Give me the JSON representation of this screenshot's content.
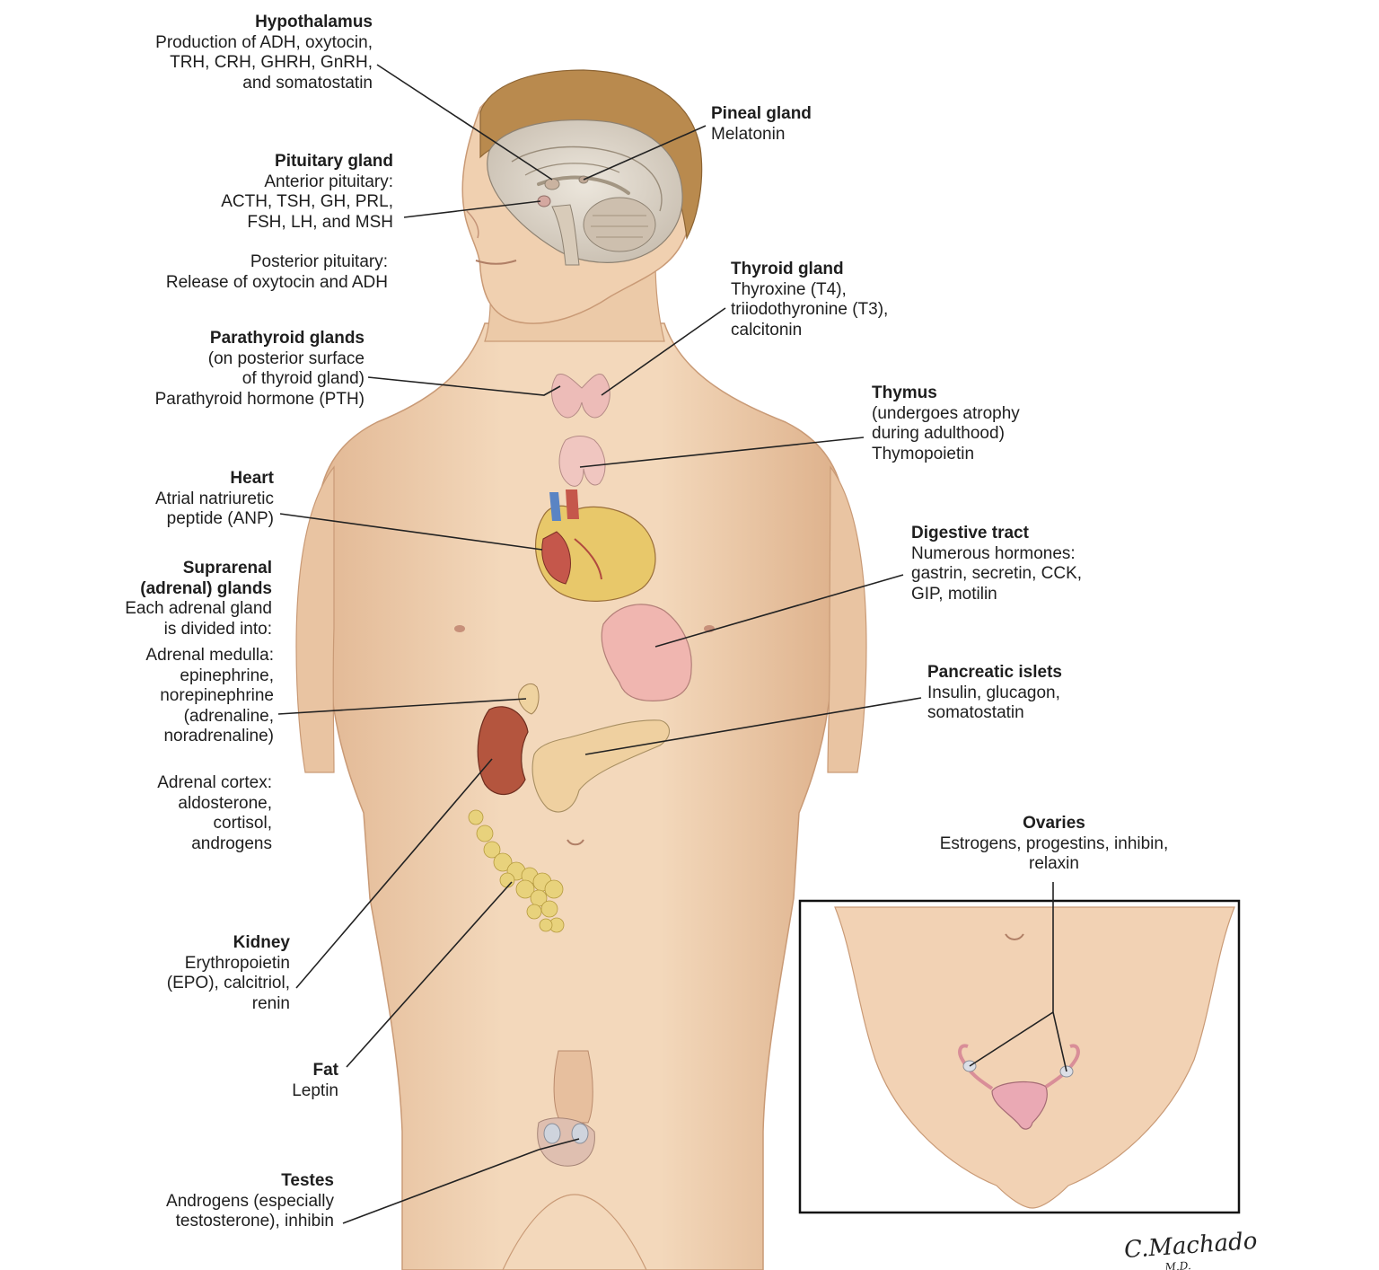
{
  "labels": {
    "hypothalamus": {
      "title": "Hypothalamus",
      "lines": [
        "Production of ADH, oxytocin,",
        "TRH, CRH, GHRH, GnRH,",
        "and somatostatin"
      ]
    },
    "pineal": {
      "title": "Pineal gland",
      "lines": [
        "Melatonin"
      ]
    },
    "pituitary": {
      "title": "Pituitary gland",
      "lines": [
        "Anterior pituitary:",
        "ACTH, TSH, GH, PRL,",
        "FSH, LH, and MSH"
      ],
      "posterior_lines": [
        "Posterior pituitary:",
        "Release of oxytocin and ADH"
      ]
    },
    "thyroid": {
      "title": "Thyroid gland",
      "lines": [
        "Thyroxine (T4),",
        "triiodothyronine (T3),",
        "calcitonin"
      ]
    },
    "parathyroid": {
      "title": "Parathyroid glands",
      "lines": [
        "(on posterior surface",
        "of thyroid gland)",
        "Parathyroid hormone (PTH)"
      ]
    },
    "thymus": {
      "title": "Thymus",
      "lines": [
        "(undergoes atrophy",
        "during adulthood)",
        "Thymopoietin"
      ]
    },
    "heart": {
      "title": "Heart",
      "lines": [
        "Atrial natriuretic",
        "peptide (ANP)"
      ]
    },
    "digestive": {
      "title": "Digestive tract",
      "lines": [
        "Numerous hormones:",
        "gastrin, secretin, CCK,",
        "GIP, motilin"
      ]
    },
    "adrenal": {
      "title_lines": [
        "Suprarenal",
        "(adrenal) glands"
      ],
      "lines": [
        "Each adrenal gland",
        "is divided into:"
      ],
      "medulla_lines": [
        "Adrenal medulla:",
        "epinephrine,",
        "norepinephrine",
        "(adrenaline,",
        "noradrenaline)"
      ],
      "cortex_lines": [
        "Adrenal cortex:",
        "aldosterone,",
        "cortisol,",
        "androgens"
      ]
    },
    "pancreas": {
      "title": "Pancreatic islets",
      "lines": [
        "Insulin, glucagon,",
        "somatostatin"
      ]
    },
    "ovaries": {
      "title": "Ovaries",
      "lines": [
        "Estrogens, progestins, inhibin,",
        "relaxin"
      ]
    },
    "kidney": {
      "title": "Kidney",
      "lines": [
        "Erythropoietin",
        "(EPO), calcitriol,",
        "renin"
      ]
    },
    "fat": {
      "title": "Fat",
      "lines": [
        "Leptin"
      ]
    },
    "testes": {
      "title": "Testes",
      "lines": [
        "Androgens (especially",
        "testosterone), inhibin"
      ]
    }
  },
  "signature": "C.Machado",
  "signature_sub": "M.D.",
  "colors": {
    "skin": "#f1d3b4",
    "skin_shadow": "#d9ad88",
    "hair": "#b98a4e",
    "brain": "#dcd3c6",
    "gland_pink": "#edbcb8",
    "heart_red": "#c5574b",
    "heart_fat": "#e8c86a",
    "kidney": "#b4553e",
    "pancreas": "#efd0a0",
    "fat": "#e8d27c",
    "stomach": "#f0b6b0",
    "leader_line": "#222222",
    "inset_border": "#111111"
  }
}
